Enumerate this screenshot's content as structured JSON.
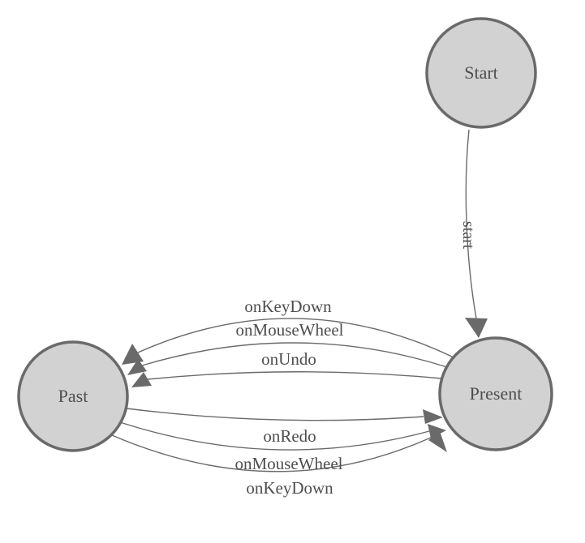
{
  "diagram": {
    "type": "state-machine",
    "background": "#ffffff",
    "node_fill": "#d2d2d2",
    "node_stroke": "#6a6a6a",
    "edge_color": "#6a6a6a",
    "text_color": "#4e4e4e",
    "nodes": [
      {
        "id": "start",
        "label": "Start"
      },
      {
        "id": "present",
        "label": "Present"
      },
      {
        "id": "past",
        "label": "Past"
      }
    ],
    "edges": [
      {
        "from": "Start",
        "to": "Present",
        "label": "start"
      },
      {
        "from": "Present",
        "to": "Past",
        "label": "onKeyDown"
      },
      {
        "from": "Present",
        "to": "Past",
        "label": "onMouseWheel"
      },
      {
        "from": "Present",
        "to": "Past",
        "label": "onUndo"
      },
      {
        "from": "Past",
        "to": "Present",
        "label": "onRedo"
      },
      {
        "from": "Past",
        "to": "Present",
        "label": "onMouseWheel"
      },
      {
        "from": "Past",
        "to": "Present",
        "label": "onKeyDown"
      }
    ]
  }
}
